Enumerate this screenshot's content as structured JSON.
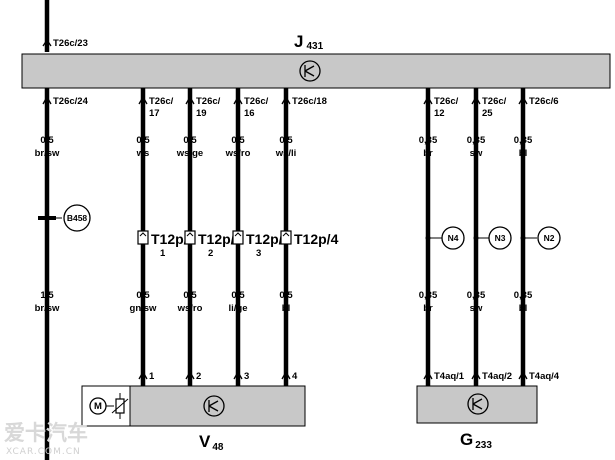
{
  "components": {
    "control_unit": {
      "id": "J",
      "sub": "431"
    },
    "actuator": {
      "id": "V",
      "sub": "48"
    },
    "sensor": {
      "id": "G",
      "sub": "233"
    }
  },
  "top_pin": "T26c/23",
  "wires": [
    {
      "key": "w24",
      "pin": [
        "T26c/24"
      ],
      "gauge": "0,5",
      "color": "br/sw",
      "joint": "B458",
      "gauge_lower": "1,5",
      "color_lower": "br/sw"
    },
    {
      "key": "w17",
      "pin": [
        "T26c/",
        "17"
      ],
      "gauge": "0,5",
      "color": "ws",
      "conn": [
        "T12p/",
        "1"
      ],
      "gauge_lower": "0,5",
      "color_lower": "gn/sw",
      "end_pin": "1"
    },
    {
      "key": "w19",
      "pin": [
        "T26c/",
        "19"
      ],
      "gauge": "0,5",
      "color": "ws/ge",
      "conn": [
        "T12p/",
        "2"
      ],
      "gauge_lower": "0,5",
      "color_lower": "ws/ro",
      "end_pin": "2"
    },
    {
      "key": "w16",
      "pin": [
        "T26c/",
        "16"
      ],
      "gauge": "0,5",
      "color": "ws/ro",
      "conn": [
        "T12p/",
        "3"
      ],
      "gauge_lower": "0,5",
      "color_lower": "li/ge",
      "end_pin": "3"
    },
    {
      "key": "w18",
      "pin": [
        "T26c/18"
      ],
      "gauge": "0,5",
      "color": "ws/li",
      "conn": [
        "T12p/4"
      ],
      "gauge_lower": "0,5",
      "color_lower": "bl",
      "end_pin": "4"
    },
    {
      "key": "w12",
      "pin": [
        "T26c/",
        "12"
      ],
      "gauge": "0,35",
      "color": "br",
      "joint": "N4",
      "gauge_lower": "0,35",
      "color_lower": "br",
      "end_pin": "T4aq/1"
    },
    {
      "key": "w25",
      "pin": [
        "T26c/",
        "25"
      ],
      "gauge": "0,35",
      "color": "sw",
      "joint": "N3",
      "gauge_lower": "0,35",
      "color_lower": "sw",
      "end_pin": "T4aq/2"
    },
    {
      "key": "w6",
      "pin": [
        "T26c/6"
      ],
      "gauge": "0,35",
      "color": "bl",
      "joint": "N2",
      "gauge_lower": "0,35",
      "color_lower": "bl",
      "end_pin": "T4aq/4"
    }
  ],
  "watermark": {
    "main": "爱卡汽车",
    "sub": "XCAR.COM.CN"
  },
  "colors": {
    "box_fill": "#c8c8c8",
    "wire": "#000000",
    "background": "#ffffff"
  }
}
